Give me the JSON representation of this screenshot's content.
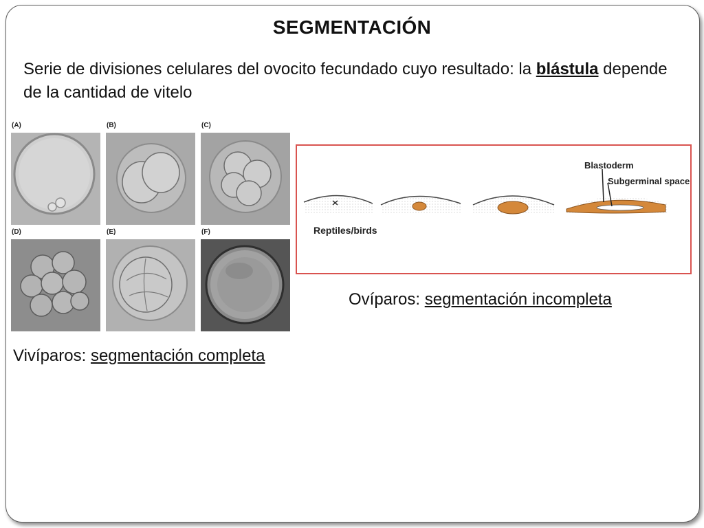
{
  "slide": {
    "title": "SEGMENTACIÓN",
    "description_prefix": "Serie de divisiones celulares del ovocito fecundado cuyo resultado: la ",
    "description_bold": "blástula",
    "description_suffix": " depende de la cantidad de vitelo"
  },
  "micrographs": {
    "labels": [
      "(A)",
      "(B)",
      "(C)",
      "(D)",
      "(E)",
      "(F)"
    ]
  },
  "diagram": {
    "label_blastoderm": "Blastoderm",
    "label_subgerminal": "Subgerminal space",
    "label_group": "Reptiles/birds"
  },
  "captions": {
    "viviparous_prefix": "Vivíparos: ",
    "viviparous_term": "segmentación completa",
    "oviparous_prefix": "Ovíparos: ",
    "oviparous_term": "segmentación incompleta"
  }
}
